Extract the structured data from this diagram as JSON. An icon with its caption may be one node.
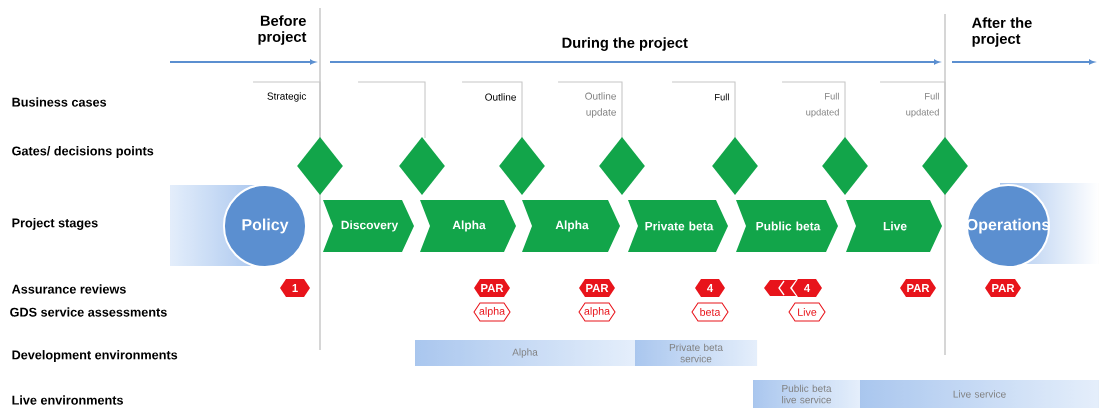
{
  "diagram": {
    "nodes": [
      {
        "text": [],
        "shape": "diamond"
      },
      {
        "text": [],
        "shape": "diamond"
      },
      {
        "text": [],
        "shape": "diamond"
      },
      {
        "text": [],
        "shape": "diamond"
      },
      {
        "text": [],
        "shape": "diamond"
      },
      {
        "text": [],
        "shape": "diamond"
      },
      {
        "text": [],
        "shape": "diamond"
      },
      {
        "text": [
          "Policy"
        ]
      },
      {
        "text": [
          "Discovery"
        ]
      },
      {
        "text": [
          "Alpha"
        ]
      },
      {
        "text": [
          "Alpha"
        ]
      },
      {
        "text": [
          "Private beta"
        ]
      },
      {
        "text": [
          "Public beta"
        ]
      },
      {
        "text": [
          "Live"
        ]
      },
      {
        "text": [
          "Operations"
        ]
      },
      {
        "text": [
          "1"
        ]
      },
      {
        "text": [
          "PAR"
        ]
      },
      {
        "text": [
          "alpha"
        ]
      },
      {
        "text": [
          "PAR"
        ]
      },
      {
        "text": [
          "alpha"
        ]
      },
      {
        "text": [
          "4"
        ]
      },
      {
        "text": [
          "beta"
        ]
      },
      {
        "text": [
          "4"
        ]
      },
      {
        "text": [
          "Live"
        ]
      },
      {
        "text": [
          "PAR"
        ]
      },
      {
        "text": [
          "PAR"
        ]
      },
      {
        "text": [
          "Alpha"
        ]
      },
      {
        "text": [
          "Private beta service"
        ]
      },
      {
        "text": [
          "Public beta live service"
        ]
      },
      {
        "text": [
          "Live service"
        ]
      }
    ],
    "labels": [
      "Before project",
      "During the project",
      "After the project",
      "Business cases",
      "Strategic",
      "Outline",
      "Outline update",
      "Full",
      "Full updated",
      "Full updated",
      "Gates/ decisions points",
      "Project stages",
      "Assurance reviews",
      "GDS service assessments",
      "Development environments",
      "Live environments"
    ]
  }
}
